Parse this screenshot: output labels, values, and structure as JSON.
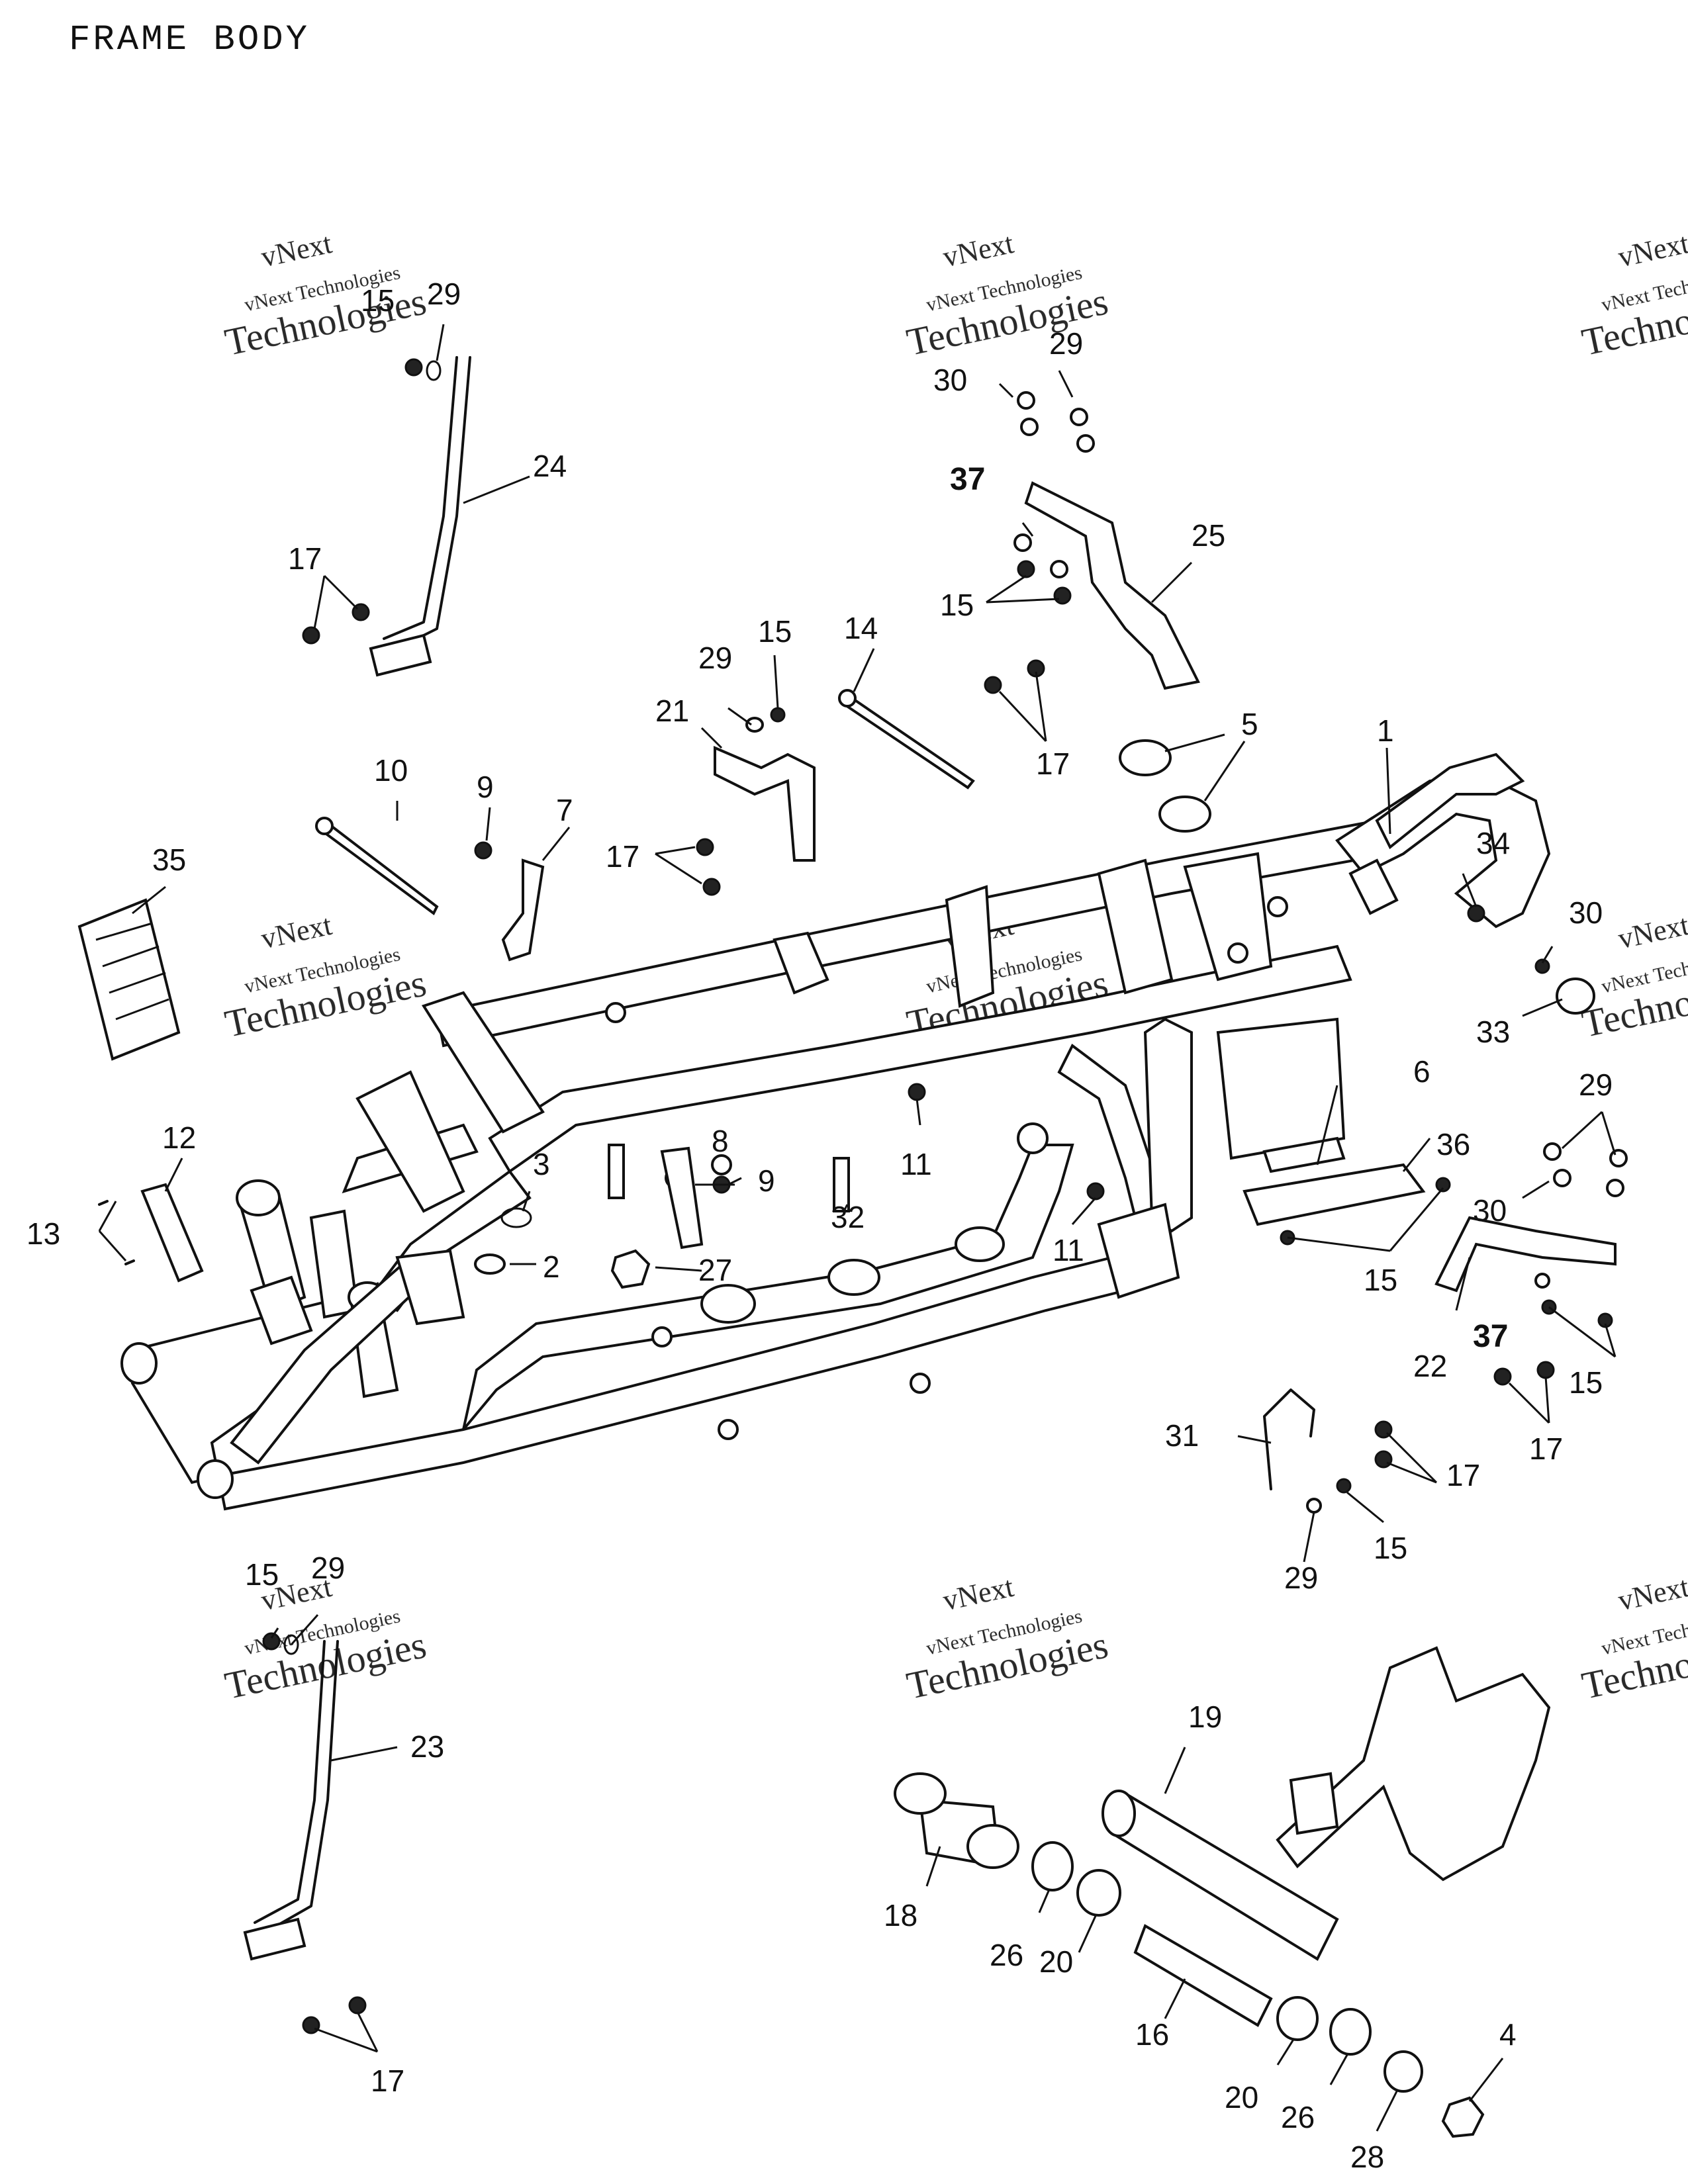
{
  "title": "FRAME BODY",
  "watermark": {
    "line1": "vNext",
    "line2": "vNext Technologies",
    "line3": "Technologies"
  },
  "callouts": {
    "c1": "1",
    "c2": "2",
    "c3": "3",
    "c4": "4",
    "c5": "5",
    "c6": "6",
    "c7": "7",
    "c8": "8",
    "c9a": "9",
    "c9b": "9",
    "c10": "10",
    "c11a": "11",
    "c11b": "11",
    "c12": "12",
    "c13": "13",
    "c14": "14",
    "c15a": "15",
    "c15b": "15",
    "c15c": "15",
    "c15d": "15",
    "c15e": "15",
    "c15f": "15",
    "c15g": "15",
    "c16": "16",
    "c17a": "17",
    "c17b": "17",
    "c17c": "17",
    "c17d": "17",
    "c17e": "17",
    "c17f": "17",
    "c18": "18",
    "c19": "19",
    "c20a": "20",
    "c20b": "20",
    "c21": "21",
    "c22": "22",
    "c23": "23",
    "c24": "24",
    "c25": "25",
    "c26a": "26",
    "c26b": "26",
    "c27": "27",
    "c28": "28",
    "c29a": "29",
    "c29b": "29",
    "c29c": "29",
    "c29d": "29",
    "c29e": "29",
    "c29f": "29",
    "c30a": "30",
    "c30b": "30",
    "c30c": "30",
    "c31": "31",
    "c32": "32",
    "c33": "33",
    "c34": "34",
    "c35": "35",
    "c36": "36",
    "c37a": "37",
    "c37b": "37"
  }
}
